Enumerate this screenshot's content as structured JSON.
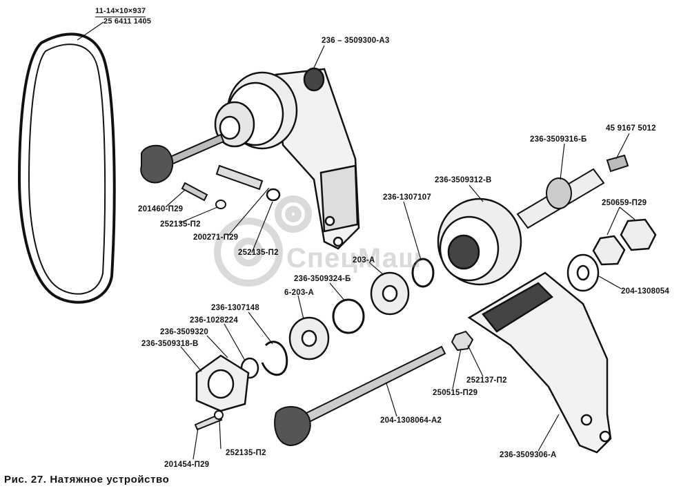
{
  "caption": "Рис. 27. Натяжное устройство",
  "watermark": "СпецМаш",
  "belt": {
    "size": "11-14×10×937",
    "part": "25 6411 1405"
  },
  "parts": {
    "p236_3509300_A3": "236 – 3509300-А3",
    "p45_9167_5012": "45 9167 5012",
    "p236_3509316_B": "236-3509316-Б",
    "p236_3509312_V": "236-3509312-В",
    "p236_1307107": "236-1307107",
    "p250659_P29": "250659-П29",
    "p201460_P29": "201460-П29",
    "p252135_P2_a": "252135-П2",
    "p200271_P29": "200271-П29",
    "p252135_P2_b": "252135-П2",
    "p203_A": "203-А",
    "p236_3509324_B": "236-3509324-Б",
    "p204_1308054": "204-1308054",
    "p6_203_A": "6-203-А",
    "p236_1307148": "236-1307148",
    "p236_1028224": "236-1028224",
    "p236_3509320": "236-3509320",
    "p236_3509318_V": "236-3509318-В",
    "p252137_P2": "252137-П2",
    "p250515_P29": "250515-П29",
    "p204_1308064_A2": "204-1308064-А2",
    "p252135_P2_c": "252135-П2",
    "p201454_P29": "201454-П29",
    "p236_3509306_A": "236-3509306-А"
  }
}
